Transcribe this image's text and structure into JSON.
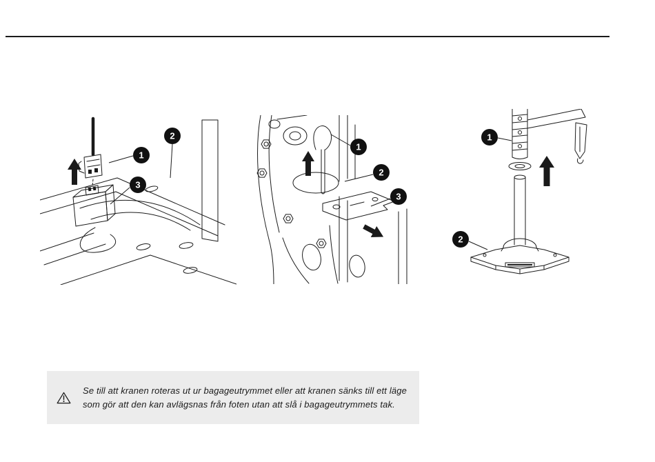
{
  "colors": {
    "line": "#1a1a1a",
    "warning_background": "#ececec",
    "callout_background": "#111111",
    "callout_number": "#ffffff"
  },
  "figures": {
    "fig1": {
      "callouts": [
        "1",
        "2",
        "3"
      ]
    },
    "fig2": {
      "callouts": [
        "1",
        "2",
        "3"
      ]
    },
    "fig3": {
      "callouts": [
        "1",
        "2"
      ]
    }
  },
  "warning": {
    "icon": "warning-triangle-icon",
    "text": "Se till att kranen roteras ut ur bagageutrymmet eller att kranen sänks till ett läge som gör att den kan avlägsnas från foten utan att slå i bagageutrymmets tak."
  }
}
